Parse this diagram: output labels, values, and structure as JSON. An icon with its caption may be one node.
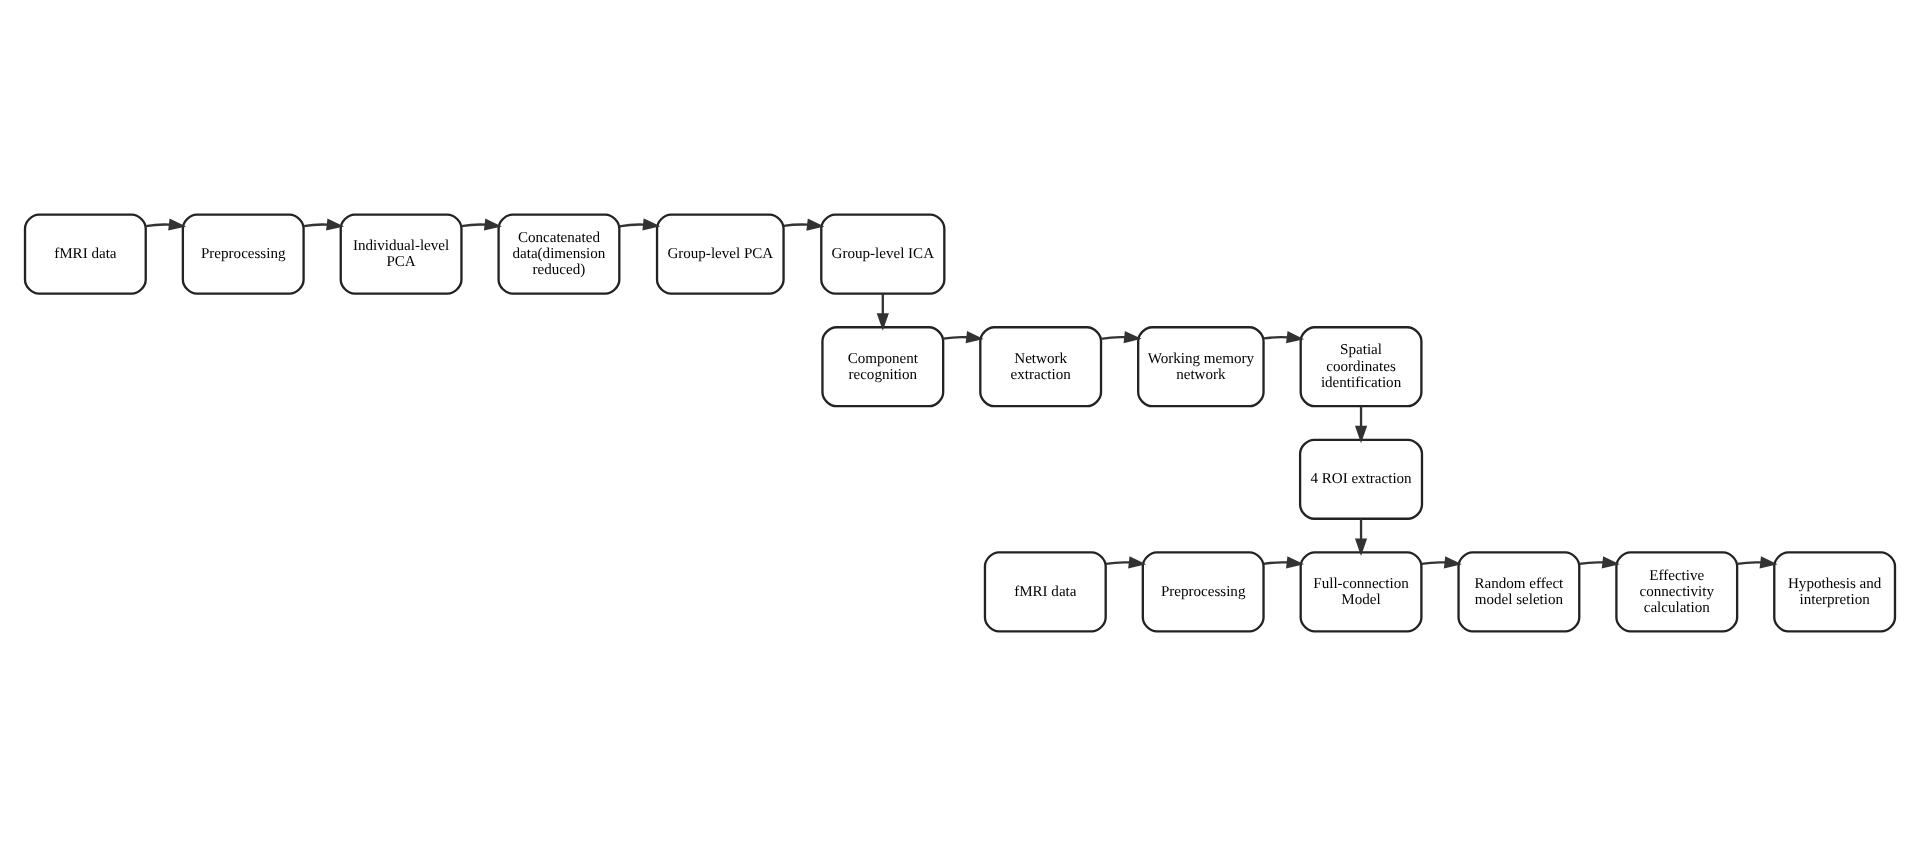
{
  "diagram": {
    "nodes": [
      {
        "text": [
          "fMRI data"
        ]
      },
      {
        "text": [
          "Preprocessing"
        ]
      },
      {
        "text": [
          "Individual-level PCA"
        ]
      },
      {
        "text": [
          "Concatenated data(dimension reduced)"
        ]
      },
      {
        "text": [
          "Group-level PCA"
        ]
      },
      {
        "text": [
          "Group-level ICA"
        ]
      },
      {
        "text": [
          "Spatial coordinates identification"
        ]
      },
      {
        "text": [
          "Working memory network"
        ]
      },
      {
        "text": [
          "Network extraction"
        ]
      },
      {
        "text": [
          "Component recognition"
        ]
      },
      {
        "text": [
          "4 ROI extraction"
        ]
      },
      {
        "text": [
          "fMRI data"
        ]
      },
      {
        "text": [
          "Preprocessing"
        ]
      },
      {
        "text": [
          "Full-connection Model"
        ]
      },
      {
        "text": [
          "Random effect model seletion"
        ]
      },
      {
        "text": [
          "Effective connectivity calculation"
        ]
      },
      {
        "text": [
          "Hypothesis and interpretion"
        ]
      }
    ],
    "edges": [
      {
        "from": 0,
        "to": 1,
        "arrow": "to"
      },
      {
        "from": 1,
        "to": 2,
        "arrow": "to"
      },
      {
        "from": 2,
        "to": 3,
        "arrow": "to"
      },
      {
        "from": 3,
        "to": 4,
        "arrow": "to"
      },
      {
        "from": 4,
        "to": 5,
        "arrow": "to"
      },
      {
        "from": 5,
        "to": 9,
        "arrow": "to"
      },
      {
        "from": 9,
        "to": 8,
        "arrow": "to"
      },
      {
        "from": 8,
        "to": 7,
        "arrow": "to"
      },
      {
        "from": 7,
        "to": 6,
        "arrow": "to"
      },
      {
        "from": 6,
        "to": 10,
        "arrow": "to"
      },
      {
        "from": 10,
        "to": 13,
        "arrow": "to"
      },
      {
        "from": 11,
        "to": 12,
        "arrow": "to"
      },
      {
        "from": 12,
        "to": 13,
        "arrow": "to"
      },
      {
        "from": 13,
        "to": 14,
        "arrow": "to"
      },
      {
        "from": 14,
        "to": 15,
        "arrow": "to"
      },
      {
        "from": 15,
        "to": 16,
        "arrow": "to"
      }
    ]
  }
}
